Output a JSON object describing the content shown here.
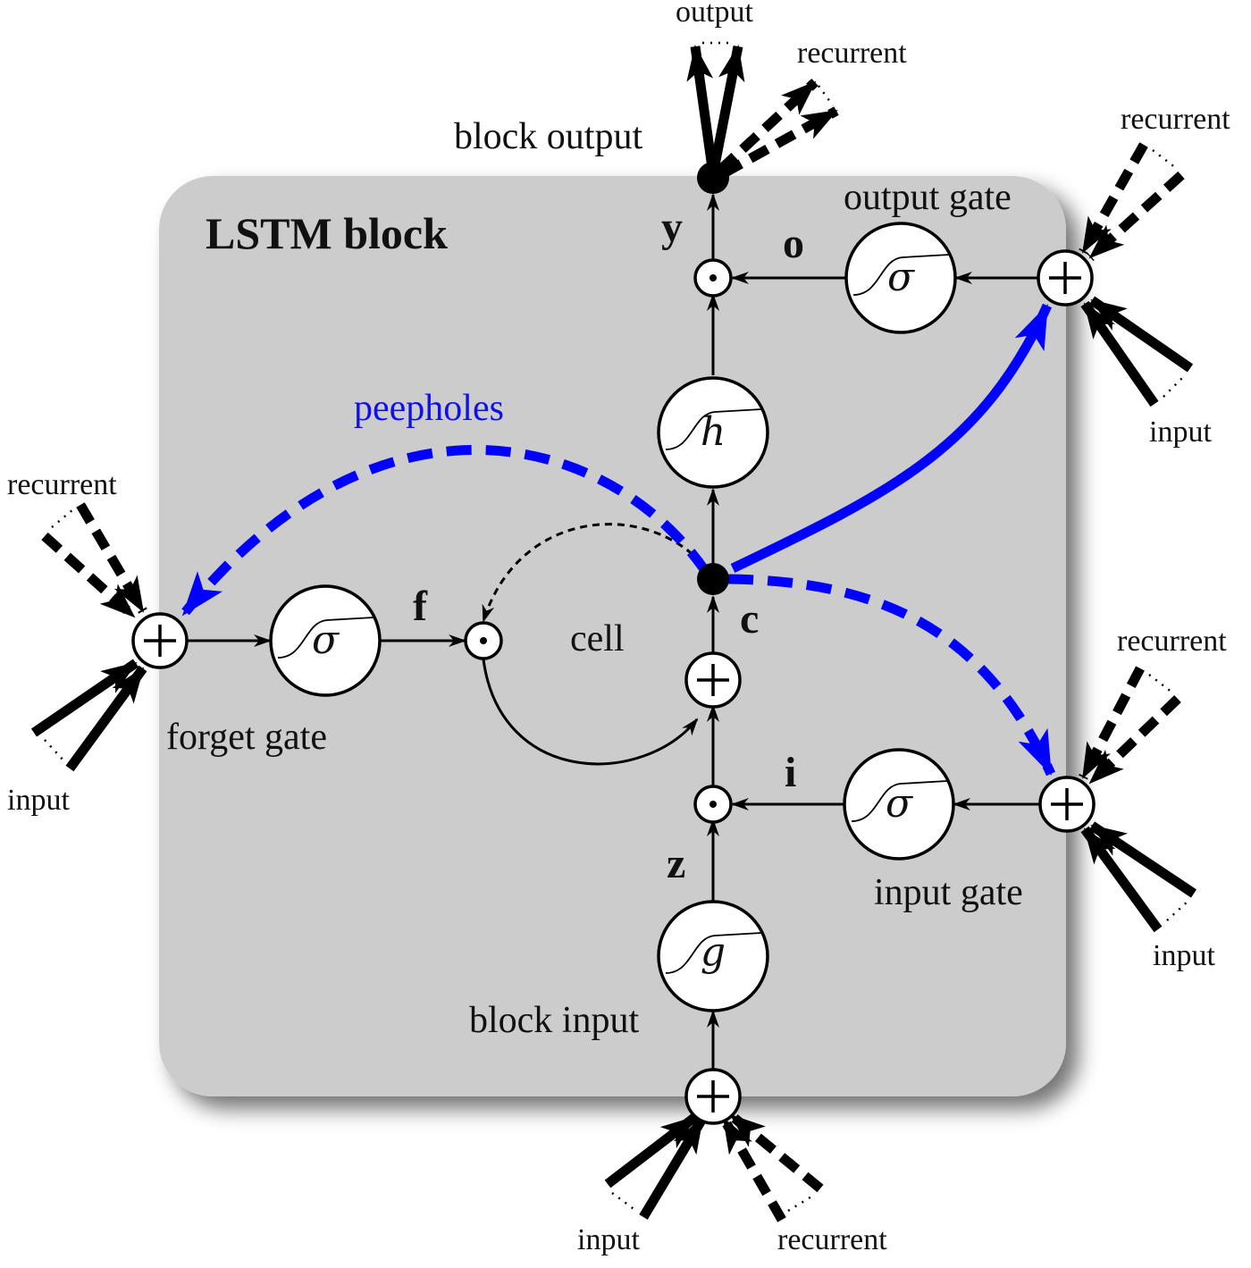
{
  "diagram": {
    "title": "LSTM block",
    "peepholes_label": "peepholes",
    "cell_label": "cell",
    "gates": {
      "forget": "forget gate",
      "input": "input gate",
      "output": "output gate"
    },
    "block_input_label": "block input",
    "block_output_label": "block output",
    "variables": {
      "y": "y",
      "o": "o",
      "f": "f",
      "c": "c",
      "i": "i",
      "z": "z"
    },
    "functions": {
      "sigma": "σ",
      "h": "h",
      "g": "g"
    },
    "operators": {
      "sum": "+",
      "product": "⊙"
    },
    "external": {
      "input": "input",
      "recurrent": "recurrent",
      "output": "output"
    },
    "colors": {
      "block_fill": "#cccccc",
      "peephole": "#0000ff",
      "wire": "#000000",
      "node_fill": "#ffffff"
    }
  }
}
